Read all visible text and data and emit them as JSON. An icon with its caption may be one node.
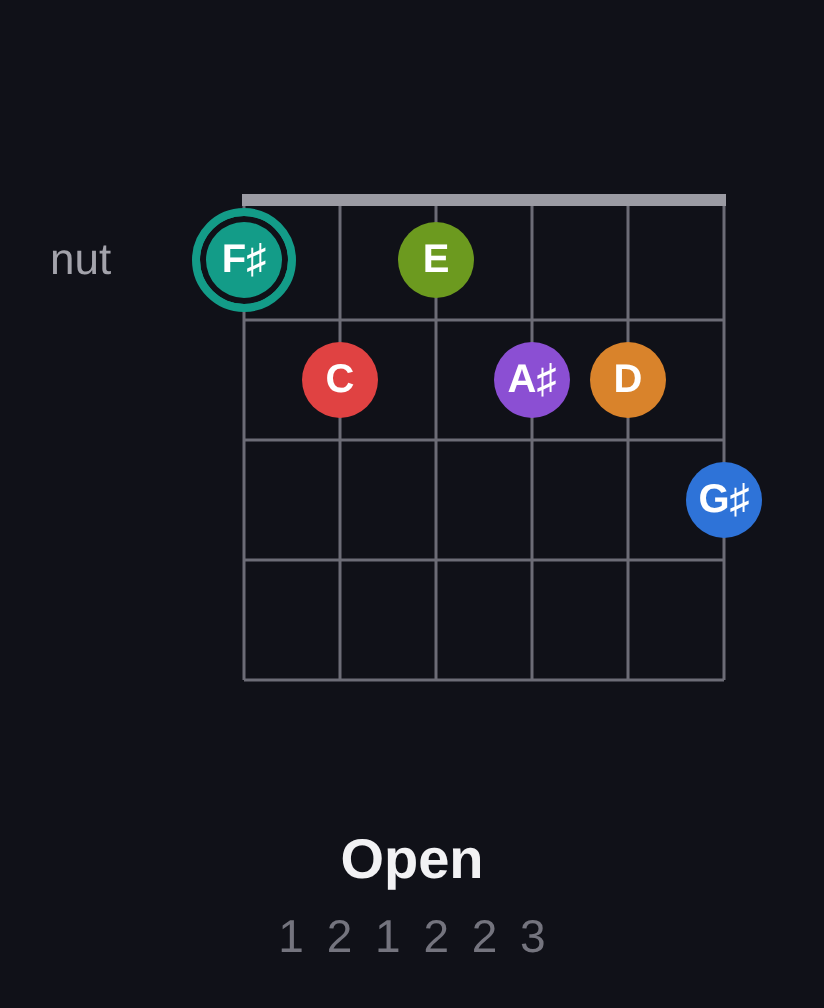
{
  "diagram": {
    "title": "Open",
    "nodes": [
      {
        "text": [
          "F♯"
        ]
      },
      {
        "text": [
          "E"
        ]
      },
      {
        "text": [
          "C"
        ]
      },
      {
        "text": [
          "A♯"
        ]
      },
      {
        "text": [
          "D"
        ]
      },
      {
        "text": [
          "G♯"
        ]
      }
    ],
    "labels": [
      "nut",
      "1 2 1 2 2 3"
    ]
  }
}
